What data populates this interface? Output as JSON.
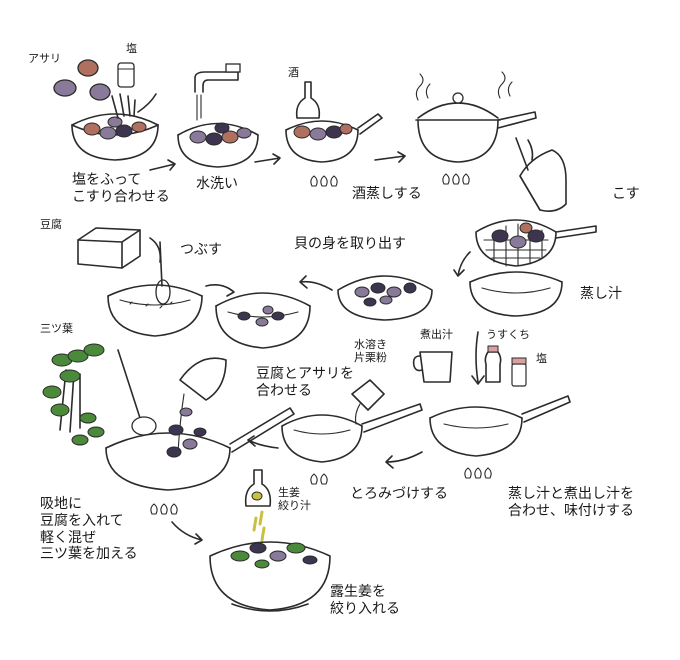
{
  "steps": {
    "step1": "塩をふって\nこすり合わせる",
    "step2": "水洗い",
    "step3": "酒蒸しする",
    "step4": "こす",
    "step5": "貝の身を取り出す",
    "step6": "つぶす",
    "step7": "豆腐とアサリを\n合わせる",
    "step8": "とろみづけする",
    "step9": "蒸し汁と煮出し汁を\n合わせ、味付けする",
    "step10": "吸地に\n豆腐を入れて\n軽く混ぜ\n三ツ葉を加える",
    "step11": "露生姜を\n絞り入れる"
  },
  "ingredients": {
    "asari": "アサリ",
    "salt": "塩",
    "sake": "酒",
    "tofu": "豆腐",
    "broth": "蒸し汁",
    "mitsuba": "三ツ葉",
    "katakuriko": "水溶き\n片栗粉",
    "dashi": "煮出汁",
    "usukuchi": "うすくち",
    "salt2": "塩",
    "ginger": "生姜\n絞り汁"
  },
  "colors": {
    "ink": "#2b2b2b",
    "clam": "#8a7a9a",
    "clam_dark": "#3d3550",
    "clam_rust": "#b07060",
    "leaf": "#4a8a3a",
    "ginger_juice": "#c8c040",
    "bottle_cap": "#d8a0a0"
  }
}
